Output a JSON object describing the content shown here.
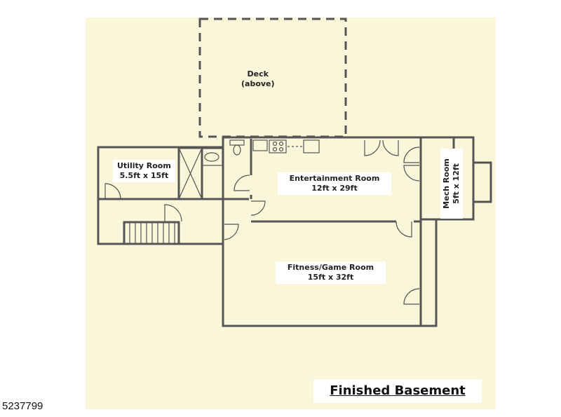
{
  "plan": {
    "title": "Finished Basement",
    "listing_id": "5237799",
    "background_color": "#f9f6d9",
    "wall_color": "#555555",
    "rooms": {
      "deck": {
        "name": "Deck",
        "size": "(above)"
      },
      "utility": {
        "name": "Utility Room",
        "size": "5.5ft x 15ft"
      },
      "entertainment": {
        "name": "Entertainment Room",
        "size": "12ft x 29ft"
      },
      "mech": {
        "name": "Mech Room",
        "size": "5ft x 12ft"
      },
      "fitness": {
        "name": "Fitness/Game Room",
        "size": "15ft x 32ft"
      }
    }
  }
}
